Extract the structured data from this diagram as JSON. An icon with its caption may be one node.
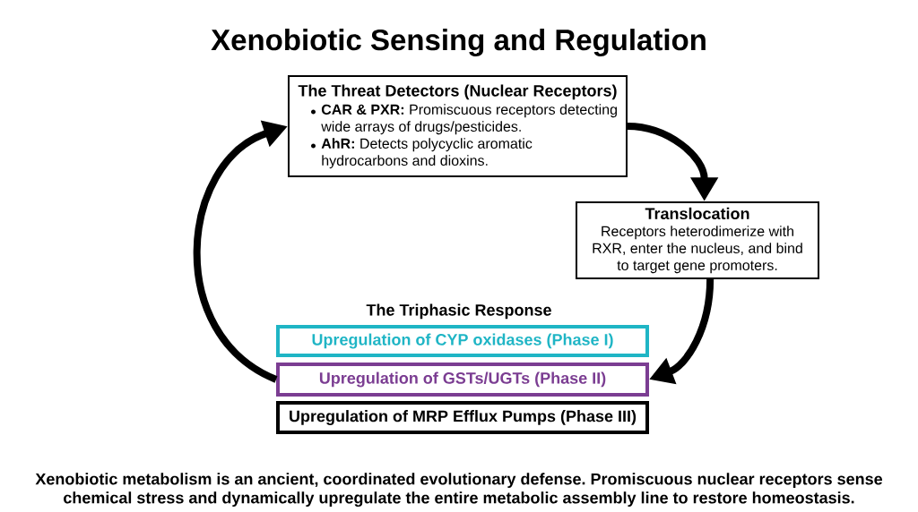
{
  "diagram": {
    "title": "Xenobiotic Sensing and Regulation",
    "caption": "Xenobiotic metabolism is an ancient, coordinated evolutionary defense. Promiscuous nuclear receptors sense chemical stress and dynamically upregulate the entire metabolic assembly line to restore homeostasis.",
    "nodes": [
      {
        "text": [
          "The Threat Detectors (Nuclear Receptors)",
          "**CAR & PXR:** Promiscuous receptors detecting wide arrays of drugs/pesticides.",
          "**AhR:** Detects polycyclic aromatic hydrocarbons and dioxins."
        ]
      },
      {
        "text": [
          "Translocation",
          "Receptors heterodimerize with RXR, enter the nucleus, and bind to target gene promoters."
        ]
      },
      {
        "text": [
          "Upregulation of CYP oxidases (Phase I)"
        ]
      },
      {
        "text": [
          "Upregulation of GSTs/UGTs (Phase II)"
        ]
      },
      {
        "text": [
          "Upregulation of MRP Efflux Pumps (Phase III)"
        ]
      }
    ],
    "edges": [
      {
        "from": 0,
        "to": 1,
        "arrow": "to"
      },
      {
        "from": 1,
        "to": 3,
        "arrow": "to"
      },
      {
        "from": 3,
        "to": 0,
        "arrow": "to"
      }
    ],
    "labels": [
      "The Triphasic Response"
    ]
  }
}
